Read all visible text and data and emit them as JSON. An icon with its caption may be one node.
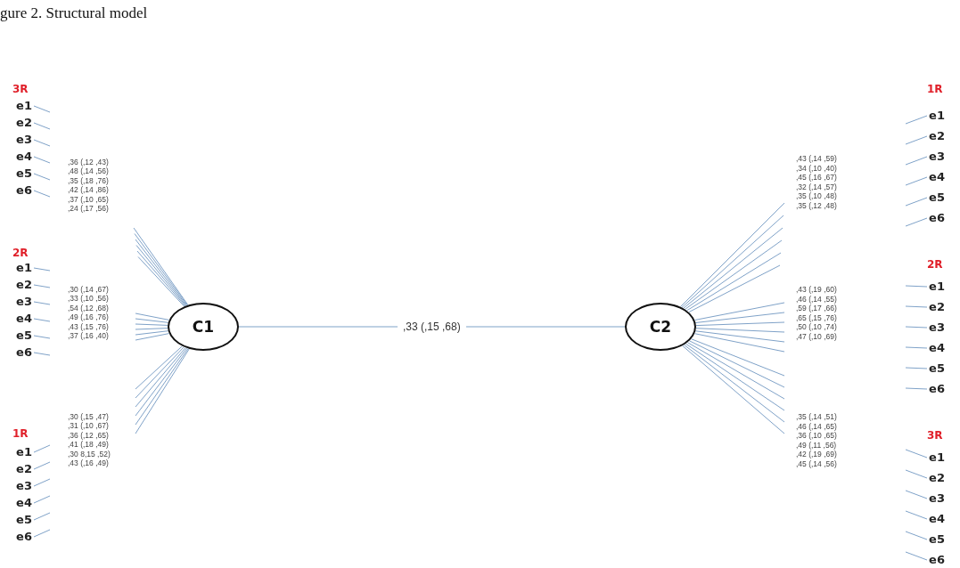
{
  "diagram": {
    "title": "gure 2. Structural model",
    "nodes": [
      {
        "text": [
          "e1"
        ]
      },
      {
        "text": [
          "e2"
        ]
      },
      {
        "text": [
          "e3"
        ]
      },
      {
        "text": [
          "e4"
        ]
      },
      {
        "text": [
          "e5"
        ]
      },
      {
        "text": [
          "e6"
        ]
      },
      {
        "text": [
          "e1"
        ]
      },
      {
        "text": [
          "e2"
        ]
      },
      {
        "text": [
          "e3"
        ]
      },
      {
        "text": [
          "e4"
        ]
      },
      {
        "text": [
          "e5"
        ]
      },
      {
        "text": [
          "e6"
        ]
      },
      {
        "text": [
          "e1"
        ]
      },
      {
        "text": [
          "e2"
        ]
      },
      {
        "text": [
          "e3"
        ]
      },
      {
        "text": [
          "e4"
        ]
      },
      {
        "text": [
          "e5"
        ]
      },
      {
        "text": [
          "e6"
        ]
      },
      {
        "text": [
          "C1"
        ]
      },
      {
        "text": [
          "C2"
        ]
      },
      {
        "text": [
          "e1"
        ]
      },
      {
        "text": [
          "e2"
        ]
      },
      {
        "text": [
          "e3"
        ]
      },
      {
        "text": [
          "e4"
        ]
      },
      {
        "text": [
          "e5"
        ]
      },
      {
        "text": [
          "e6"
        ]
      },
      {
        "text": [
          "e1"
        ]
      },
      {
        "text": [
          "e2"
        ]
      },
      {
        "text": [
          "e3"
        ]
      },
      {
        "text": [
          "e4"
        ]
      },
      {
        "text": [
          "e5"
        ]
      },
      {
        "text": [
          "e6"
        ]
      },
      {
        "text": [
          "e1"
        ]
      },
      {
        "text": [
          "e2"
        ]
      },
      {
        "text": [
          "e3"
        ]
      },
      {
        "text": [
          "e4"
        ]
      },
      {
        "text": [
          "e5"
        ]
      },
      {
        "text": [
          "e6"
        ]
      }
    ],
    "edges": [
      {
        "from": 18,
        "to": 19,
        "arrow": "none",
        "label": ",33 (,15 ,68)"
      },
      {
        "from": 18,
        "to": null,
        "arrow": "none"
      },
      {
        "from": 18,
        "to": null,
        "arrow": "none"
      },
      {
        "from": 18,
        "to": null,
        "arrow": "none"
      },
      {
        "from": 18,
        "to": null,
        "arrow": "none"
      },
      {
        "from": 18,
        "to": null,
        "arrow": "none"
      },
      {
        "from": 18,
        "to": null,
        "arrow": "none"
      },
      {
        "from": 18,
        "to": null,
        "arrow": "none"
      },
      {
        "from": 18,
        "to": null,
        "arrow": "none"
      },
      {
        "from": 18,
        "to": null,
        "arrow": "none"
      },
      {
        "from": 18,
        "to": null,
        "arrow": "none"
      },
      {
        "from": 18,
        "to": null,
        "arrow": "none"
      },
      {
        "from": 18,
        "to": null,
        "arrow": "none"
      },
      {
        "from": 18,
        "to": null,
        "arrow": "none"
      },
      {
        "from": 18,
        "to": null,
        "arrow": "none"
      },
      {
        "from": 18,
        "to": null,
        "arrow": "none"
      },
      {
        "from": 18,
        "to": null,
        "arrow": "none"
      },
      {
        "from": 18,
        "to": null,
        "arrow": "none"
      },
      {
        "from": 18,
        "to": null,
        "arrow": "none"
      },
      {
        "from": 19,
        "to": null,
        "arrow": "none"
      },
      {
        "from": 19,
        "to": null,
        "arrow": "none"
      },
      {
        "from": 19,
        "to": null,
        "arrow": "none"
      },
      {
        "from": 19,
        "to": null,
        "arrow": "none"
      },
      {
        "from": 19,
        "to": null,
        "arrow": "none"
      },
      {
        "from": 19,
        "to": null,
        "arrow": "none"
      },
      {
        "from": 19,
        "to": null,
        "arrow": "none"
      },
      {
        "from": 19,
        "to": null,
        "arrow": "none"
      },
      {
        "from": 19,
        "to": null,
        "arrow": "none"
      },
      {
        "from": 19,
        "to": null,
        "arrow": "none"
      },
      {
        "from": 19,
        "to": null,
        "arrow": "none"
      },
      {
        "from": 19,
        "to": null,
        "arrow": "none"
      },
      {
        "from": 19,
        "to": null,
        "arrow": "none"
      },
      {
        "from": 19,
        "to": null,
        "arrow": "none"
      },
      {
        "from": 19,
        "to": null,
        "arrow": "none"
      },
      {
        "from": 19,
        "to": null,
        "arrow": "none"
      },
      {
        "from": 19,
        "to": null,
        "arrow": "none"
      },
      {
        "from": 19,
        "to": null,
        "arrow": "none"
      },
      {
        "from": 0,
        "to": null,
        "arrow": "none"
      },
      {
        "from": 1,
        "to": null,
        "arrow": "none"
      },
      {
        "from": 2,
        "to": null,
        "arrow": "none"
      },
      {
        "from": 3,
        "to": null,
        "arrow": "none"
      },
      {
        "from": 4,
        "to": null,
        "arrow": "none"
      },
      {
        "from": 5,
        "to": null,
        "arrow": "none"
      },
      {
        "from": 6,
        "to": null,
        "arrow": "none"
      },
      {
        "from": 7,
        "to": null,
        "arrow": "none"
      },
      {
        "from": 8,
        "to": null,
        "arrow": "none"
      },
      {
        "from": 9,
        "to": null,
        "arrow": "none"
      },
      {
        "from": 10,
        "to": null,
        "arrow": "none"
      },
      {
        "from": 11,
        "to": null,
        "arrow": "none"
      },
      {
        "from": 12,
        "to": null,
        "arrow": "none"
      },
      {
        "from": 13,
        "to": null,
        "arrow": "none"
      },
      {
        "from": 14,
        "to": null,
        "arrow": "none"
      },
      {
        "from": 15,
        "to": null,
        "arrow": "none"
      },
      {
        "from": 16,
        "to": null,
        "arrow": "none"
      },
      {
        "from": 17,
        "to": null,
        "arrow": "none"
      },
      {
        "from": 20,
        "to": null,
        "arrow": "none"
      },
      {
        "from": 21,
        "to": null,
        "arrow": "none"
      },
      {
        "from": 22,
        "to": null,
        "arrow": "none"
      },
      {
        "from": 23,
        "to": null,
        "arrow": "none"
      },
      {
        "from": 24,
        "to": null,
        "arrow": "none"
      },
      {
        "from": 25,
        "to": null,
        "arrow": "none"
      },
      {
        "from": 26,
        "to": null,
        "arrow": "none"
      },
      {
        "from": 27,
        "to": null,
        "arrow": "none"
      },
      {
        "from": 28,
        "to": null,
        "arrow": "none"
      },
      {
        "from": 29,
        "to": null,
        "arrow": "none"
      },
      {
        "from": 30,
        "to": null,
        "arrow": "none"
      },
      {
        "from": 31,
        "to": null,
        "arrow": "none"
      },
      {
        "from": 32,
        "to": null,
        "arrow": "none"
      },
      {
        "from": 33,
        "to": null,
        "arrow": "none"
      },
      {
        "from": 34,
        "to": null,
        "arrow": "none"
      },
      {
        "from": 35,
        "to": null,
        "arrow": "none"
      },
      {
        "from": 36,
        "to": null,
        "arrow": "none"
      },
      {
        "from": 37,
        "to": null,
        "arrow": "none"
      }
    ],
    "labels": [
      "3R",
      ",36 (,12 ,43)",
      ",48 (,14 ,56)",
      ",35 (,18 ,76)",
      ",42 (,14 ,86)",
      ",37 (,10 ,65)",
      ",24 (,17 ,56)",
      "2R",
      ",30 (,14 ,67)",
      ",33 (,10 ,56)",
      ",54 (,12 ,68)",
      ",49 (,16 ,76)",
      ",43 (,15 ,76)",
      ",37 (,16 ,40)",
      ",30 (,15 ,47)",
      ",31 (,10 ,67)",
      ",36 (,12 ,65)",
      ",41 (,18 ,49)",
      ",30 8,15 ,52)",
      ",43 (,16 ,49)",
      "1R",
      "1R",
      ",43 (,14 ,59)",
      ",34 (,10 ,40)",
      ",45 (,16 ,67)",
      ",32 (,14 ,57)",
      ",35 (,10 ,48)",
      ",35 (,12 ,48)",
      "2R",
      ",43 (,19 ,60)",
      ",46 (,14 ,55)",
      ",59 (,17 ,66)",
      ",65 (,15 ,76)",
      ",50 (,10 ,74)",
      ",47 (,10 ,69)",
      ",35 (,14 ,51)",
      ",46 (,14 ,65)",
      ",36 (,10 ,65)",
      ",49 (,11 ,56)",
      ",42 (,19 ,69)",
      ",45 (,14 ,56)",
      "3R"
    ]
  }
}
